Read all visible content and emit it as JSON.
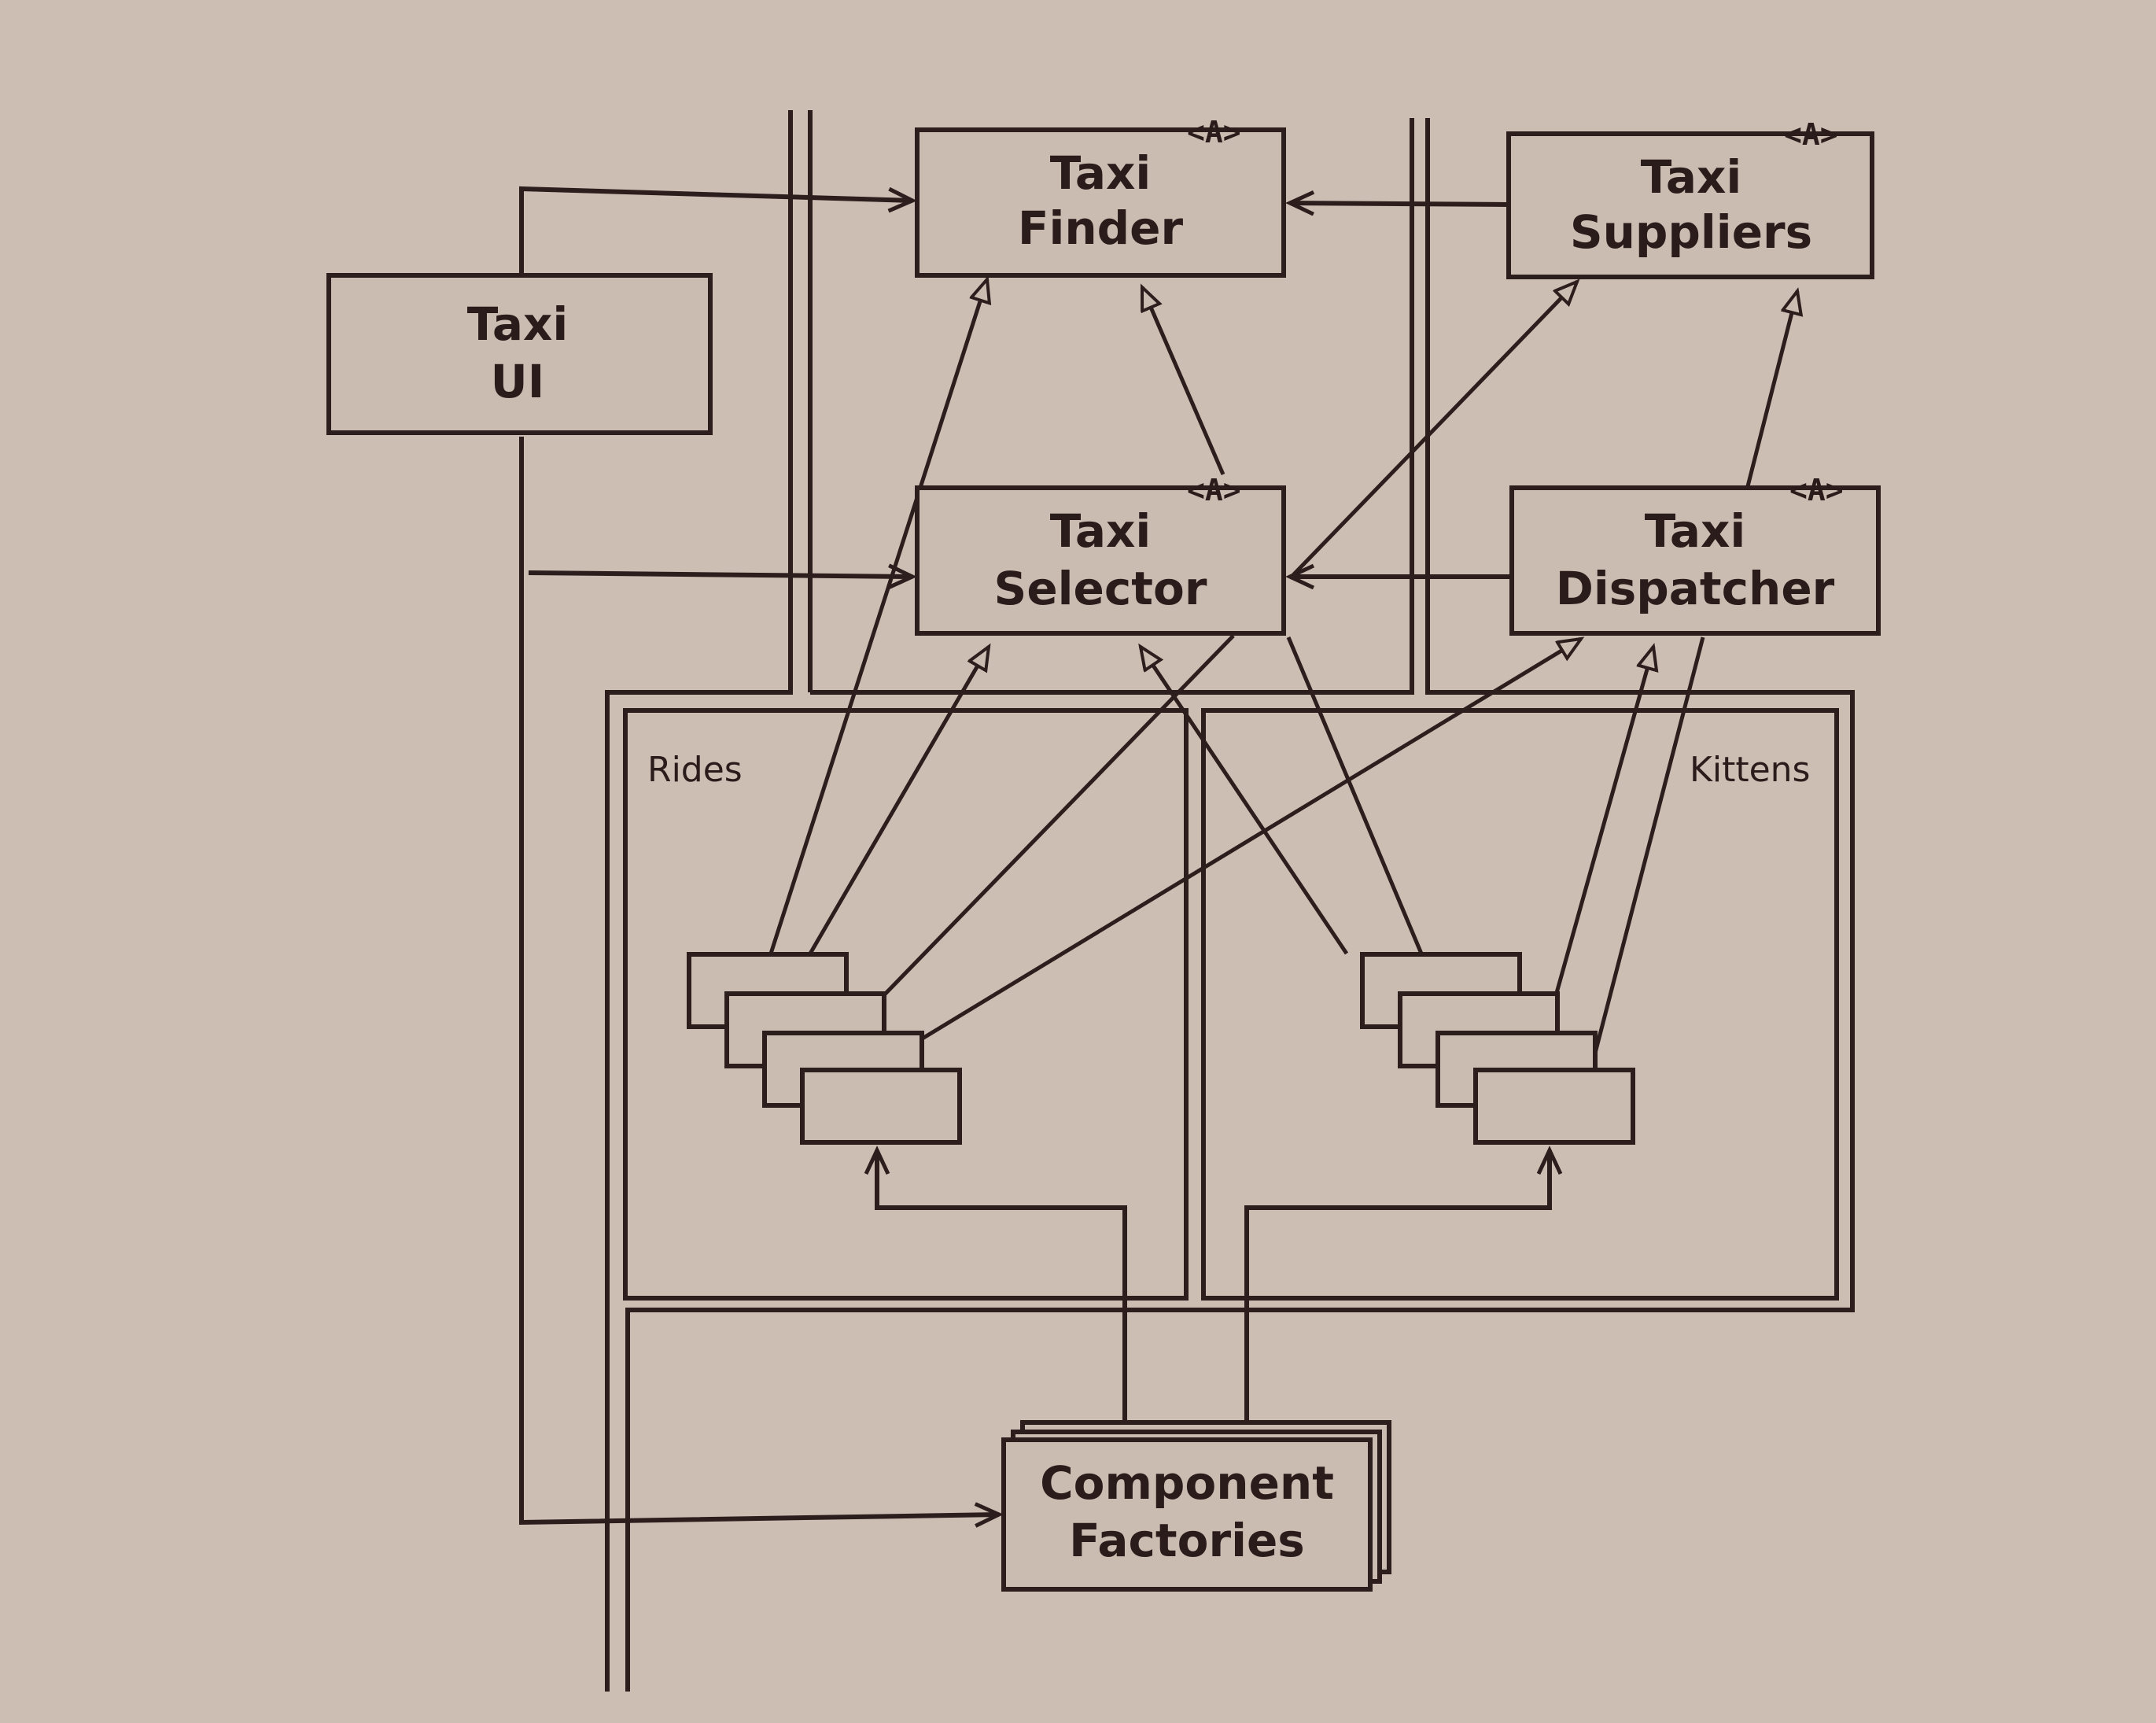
{
  "nodes": {
    "taxi_finder": {
      "line1": "Taxi",
      "line2": "Finder",
      "tag": "<A>"
    },
    "taxi_suppliers": {
      "line1": "Taxi",
      "line2": "Suppliers",
      "tag": "<A>"
    },
    "taxi_ui": {
      "line1": "Taxi",
      "line2": "UI"
    },
    "taxi_selector": {
      "line1": "Taxi",
      "line2": "Selector",
      "tag": "<A>"
    },
    "taxi_dispatcher": {
      "line1": "Taxi",
      "line2": "Dispatcher",
      "tag": "<A>"
    },
    "component_factories": {
      "line1": "Component",
      "line2": "Factories"
    }
  },
  "regions": {
    "rides": "Rides",
    "kittens": "Kittens"
  },
  "colors": {
    "ink": "#2c1e1d",
    "paper": "#cdbeb4"
  }
}
